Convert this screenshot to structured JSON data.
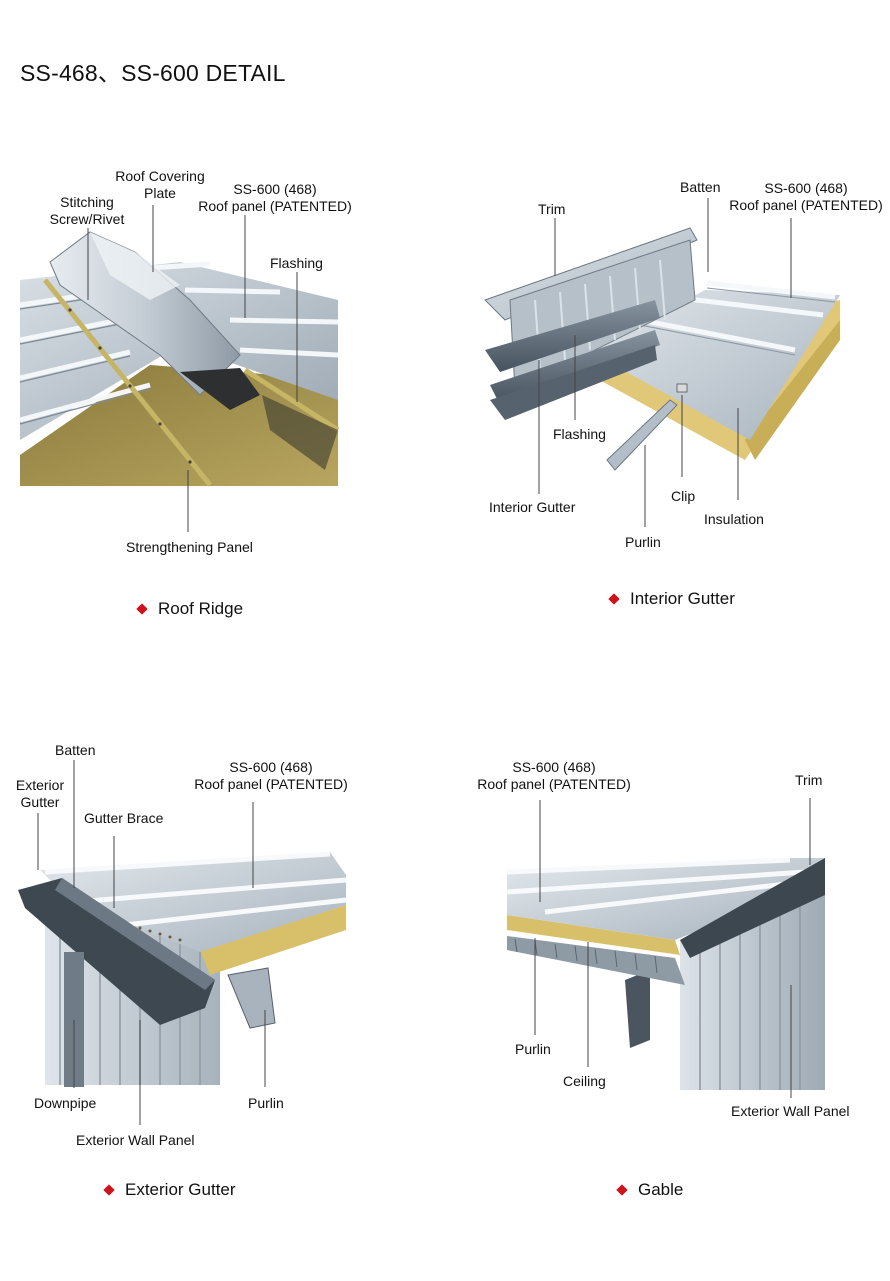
{
  "title": "SS-468、SS-600 DETAIL",
  "accent_color": "#d0121b",
  "panels": {
    "roof_ridge": {
      "caption": "Roof Ridge",
      "labels": {
        "roof_covering_plate": [
          "Roof Covering",
          "Plate"
        ],
        "stitching_screw": [
          "Stitching",
          "Screw/Rivet"
        ],
        "roof_panel": [
          "SS-600 (468)",
          "Roof panel (PATENTED)"
        ],
        "flashing": "Flashing",
        "strengthening_panel": "Strengthening Panel"
      }
    },
    "interior_gutter": {
      "caption": "Interior Gutter",
      "labels": {
        "trim": "Trim",
        "batten": "Batten",
        "roof_panel": [
          "SS-600 (468)",
          "Roof panel (PATENTED)"
        ],
        "flashing": "Flashing",
        "interior_gutter": "Interior Gutter",
        "clip": "Clip",
        "insulation": "Insulation",
        "purlin": "Purlin"
      }
    },
    "exterior_gutter": {
      "caption": "Exterior Gutter",
      "labels": {
        "batten": "Batten",
        "exterior_gutter": [
          "Exterior",
          "Gutter"
        ],
        "gutter_brace": "Gutter Brace",
        "roof_panel": [
          "SS-600 (468)",
          "Roof panel (PATENTED)"
        ],
        "downpipe": "Downpipe",
        "purlin": "Purlin",
        "exterior_wall_panel": "Exterior Wall Panel"
      }
    },
    "gable": {
      "caption": "Gable",
      "labels": {
        "roof_panel": [
          "SS-600 (468)",
          "Roof panel (PATENTED)"
        ],
        "trim": "Trim",
        "purlin": "Purlin",
        "ceiling": "Ceiling",
        "exterior_wall_panel": "Exterior Wall Panel"
      }
    }
  }
}
